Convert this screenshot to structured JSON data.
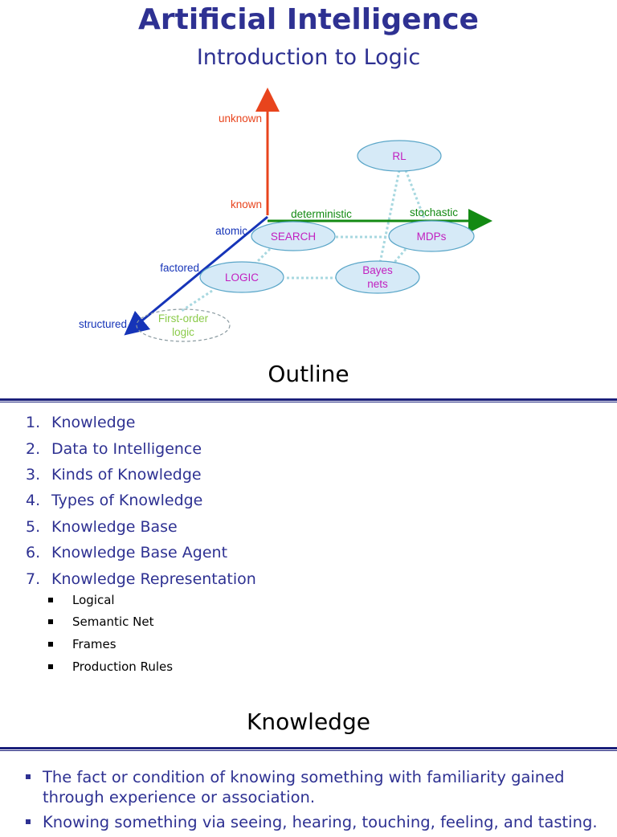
{
  "header": {
    "title": "Artificial Intelligence",
    "subtitle": "Introduction to Logic"
  },
  "diagram": {
    "axis_labels": {
      "unknown": "unknown",
      "known": "known",
      "deterministic": "deterministic",
      "stochastic": "stochastic",
      "atomic": "atomic",
      "factored": "factored",
      "structured": "structured"
    },
    "nodes": {
      "rl": "RL",
      "search": "SEARCH",
      "mdps": "MDPs",
      "logic": "LOGIC",
      "bayes_1": "Bayes",
      "bayes_2": "nets",
      "fol_1": "First-order",
      "fol_2": "logic"
    },
    "colors": {
      "vertical_axis": "#e8441d",
      "horizontal_axis": "#138a13",
      "depth_axis": "#1634b8",
      "node_fill": "#d6eaf7",
      "node_text": "#c21fbf",
      "fol_text": "#8ccb4b",
      "connector": "#a8d8e0"
    }
  },
  "outline": {
    "title": "Outline",
    "items": [
      {
        "num": "1.",
        "label": "Knowledge"
      },
      {
        "num": "2.",
        "label": "Data to Intelligence"
      },
      {
        "num": "3.",
        "label": "Kinds of Knowledge"
      },
      {
        "num": "4.",
        "label": "Types of Knowledge"
      },
      {
        "num": "5.",
        "label": "Knowledge Base"
      },
      {
        "num": "6.",
        "label": "Knowledge Base Agent"
      },
      {
        "num": "7.",
        "label": "Knowledge Representation"
      }
    ],
    "subitems": [
      "Logical",
      "Semantic Net",
      "Frames",
      "Production Rules"
    ]
  },
  "knowledge": {
    "title": "Knowledge",
    "bullets": [
      "The fact or condition of knowing something with familiarity gained through experience or association.",
      "Knowing something via seeing, hearing, touching, feeling, and tasting."
    ]
  }
}
